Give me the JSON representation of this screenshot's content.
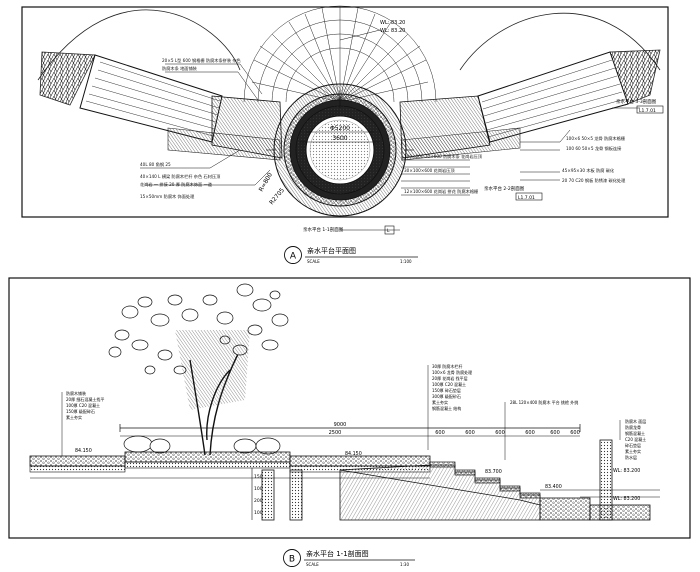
{
  "plan": {
    "title_zh": "亲水平台平面图",
    "scale_label": "SCALE",
    "scale_value": "1:100",
    "bubble": "A",
    "dims": {
      "inner_dia": "Φ5200",
      "outer_dia": "3600",
      "r800": "R=800",
      "r2705": "R2705"
    },
    "elevations": [
      "WL: 83.20",
      "WL: 83.20"
    ],
    "section_ref_1": "亲水平台 1-1剖面图",
    "section_ref_1_sheet": "L",
    "section_ref_2": "亲水平台 2-2剖面图",
    "section_ref_2_sheet": "L1.7.01",
    "section_ref_3": "亲水平台 3-3剖面图",
    "section_ref_3_sheet": "L1.7.01",
    "notes_left": [
      "20×5 L型 600  钢格栅 防腐木条拼装 杂色",
      "防腐木条 地面铺装",
      "40L 80 角钢 25",
      "40×140 L 横梁 防腐木栏杆 杂色 石材压顶",
      "花岗岩 一 拼接 20 厚 防腐木饰面 一道",
      "15×50mm 防腐木 饰面处理"
    ],
    "notes_right": [
      "100×6 50×5 龙骨 防腐木格栅",
      "100×600  20×600 防腐木条 花岗岩压顶",
      "30×100×600 花岗岩压顶",
      "12×100×600 花岗岩 拼花 防腐木格栅",
      "100 60 50×5 龙骨 钢板连接",
      "45×95×30 木板 防腐 碳化",
      "20 70 C20 钢板 防锈漆 碳化处理"
    ]
  },
  "section": {
    "title_zh": "亲水平台 1-1剖面图",
    "scale_label": "SCALE",
    "scale_value": "1:30",
    "bubble": "B",
    "overall_dim": "9000",
    "dims": [
      "2500",
      "600",
      "600",
      "600",
      "600",
      "600",
      "600"
    ],
    "elevations": [
      "84.150",
      "84.150",
      "83.700",
      "83.400",
      "WL: 83.200",
      "WL: 83.200"
    ],
    "vertical_dims": [
      "150",
      "100",
      "200",
      "100"
    ],
    "callout_left": [
      "防腐木铺装",
      "20厚 细石混凝土找平",
      "100厚 C20 混凝土",
      "150厚 级配碎石",
      "素土夯实"
    ],
    "callout_mid": [
      "30厚 防腐木栏杆",
      "100×6 龙骨 防腐处理",
      "20厚 花岗岩 找平层",
      "100厚 C20 混凝土",
      "150厚 碎石垫层",
      "300厚 级配砂石",
      "素土夯实",
      "钢筋混凝土 结构"
    ],
    "callout_mid_right": "28L 120×400  防腐木 平台 挑檐 外挑",
    "callout_right": [
      "防腐木 面层",
      "防腐龙骨",
      "钢筋混凝土",
      "C20 混凝土",
      "碎石垫层",
      "素土夯实",
      "防水层"
    ]
  }
}
